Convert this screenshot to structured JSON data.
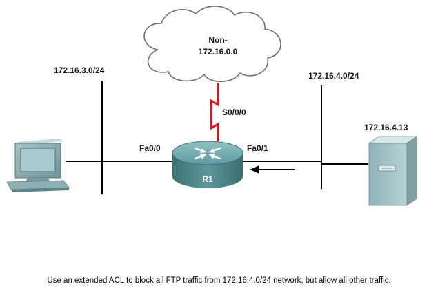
{
  "cloud": {
    "line1": "Non-",
    "line2": "172.16.0.0"
  },
  "networks": {
    "left": "172.16.3.0/24",
    "right": "172.16.4.0/24"
  },
  "interfaces": {
    "serial": "S0/0/0",
    "fa_left": "Fa0/0",
    "fa_right": "Fa0/1"
  },
  "router": {
    "name": "R1"
  },
  "server": {
    "ip": "172.16.4.13"
  },
  "caption": "Use an extended ACL to block all FTP traffic from 172.16.4.0/24 network, but allow all other traffic.",
  "colors": {
    "serial_link": "#e8101a",
    "router_body": "#4f8a8f",
    "ethernet": "#000000"
  },
  "icons": {
    "pc": "workstation-icon",
    "server": "server-icon",
    "router": "router-icon",
    "cloud": "cloud-icon"
  }
}
